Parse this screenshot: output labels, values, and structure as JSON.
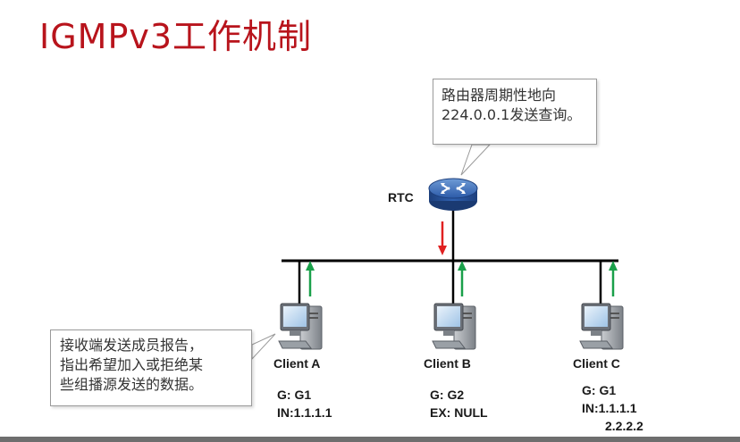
{
  "title": "IGMPv3工作机制",
  "callout_router": {
    "line1": "路由器周期性地向",
    "line2": "224.0.0.1发送查询。"
  },
  "callout_client": {
    "line1": "接收端发送成员报告，",
    "line2": "指出希望加入或拒绝某",
    "line3": "些组播源发送的数据。"
  },
  "router": {
    "label": "RTC",
    "icon": "router-icon"
  },
  "clients": [
    {
      "label": "Client A",
      "group": "G: G1",
      "filter_line1": "IN:1.1.1.1",
      "filter_line2": ""
    },
    {
      "label": "Client B",
      "group": "G: G2",
      "filter_line1": "EX: NULL",
      "filter_line2": ""
    },
    {
      "label": "Client C",
      "group": "G: G1",
      "filter_line1": "IN:1.1.1.1",
      "filter_line2": "2.2.2.2"
    }
  ],
  "colors": {
    "title": "#b8141c",
    "query_arrow": "#e02020",
    "report_arrow": "#1aa04a",
    "bus": "#000000"
  }
}
